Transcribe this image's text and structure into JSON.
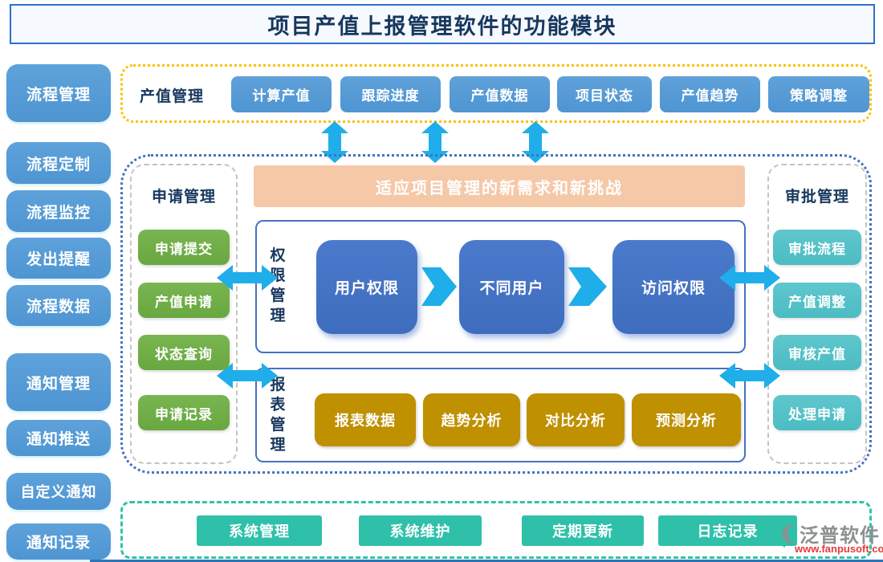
{
  "title": "项目产值上报管理软件的功能模块",
  "sidebar": {
    "items": [
      "流程管理",
      "流程定制",
      "流程监控",
      "发出提醒",
      "流程数据",
      "通知管理",
      "通知推送",
      "自定义通知",
      "通知记录"
    ]
  },
  "top_section": {
    "label": "产值管理",
    "buttons": [
      "计算产值",
      "跟踪进度",
      "产值数据",
      "项目状态",
      "产值趋势",
      "策略调整"
    ]
  },
  "middle_section": {
    "left_column": {
      "title": "申请管理",
      "buttons": [
        "申请提交",
        "产值申请",
        "状态查询",
        "申请记录"
      ]
    },
    "banner": "适应项目管理的新需求和新挑战",
    "permission_box": {
      "title": "权限管理",
      "nodes": [
        "用户权限",
        "不同用户",
        "访问权限"
      ]
    },
    "report_box": {
      "title": "报表管理",
      "buttons": [
        "报表数据",
        "趋势分析",
        "对比分析",
        "预测分析"
      ]
    },
    "right_column": {
      "title": "审批管理",
      "buttons": [
        "审批流程",
        "产值调整",
        "审核产值",
        "处理申请"
      ]
    }
  },
  "bottom_section": {
    "buttons": [
      "系统管理",
      "系统维护",
      "定期更新",
      "日志记录"
    ]
  },
  "logo": {
    "name": "泛普软件",
    "url": "www.fanpusoft.com"
  },
  "colors": {
    "sidebar_blue": "#5B9BD5",
    "top_button_blue": "#5B9BD5",
    "green": "#70AD47",
    "teal_button": "#53C1C8",
    "gold": "#BF9000",
    "node_blue": "#4472C4",
    "banner_pink": "#F5C8A8",
    "arrow_cyan": "#1FAEE9",
    "yellow_border": "#FFC000",
    "blue_border": "#4472C4",
    "teal_border": "#2EC4A5",
    "system_teal": "#2FC0A9",
    "title_navy": "#17375E",
    "logo_red": "#E23C3C"
  }
}
